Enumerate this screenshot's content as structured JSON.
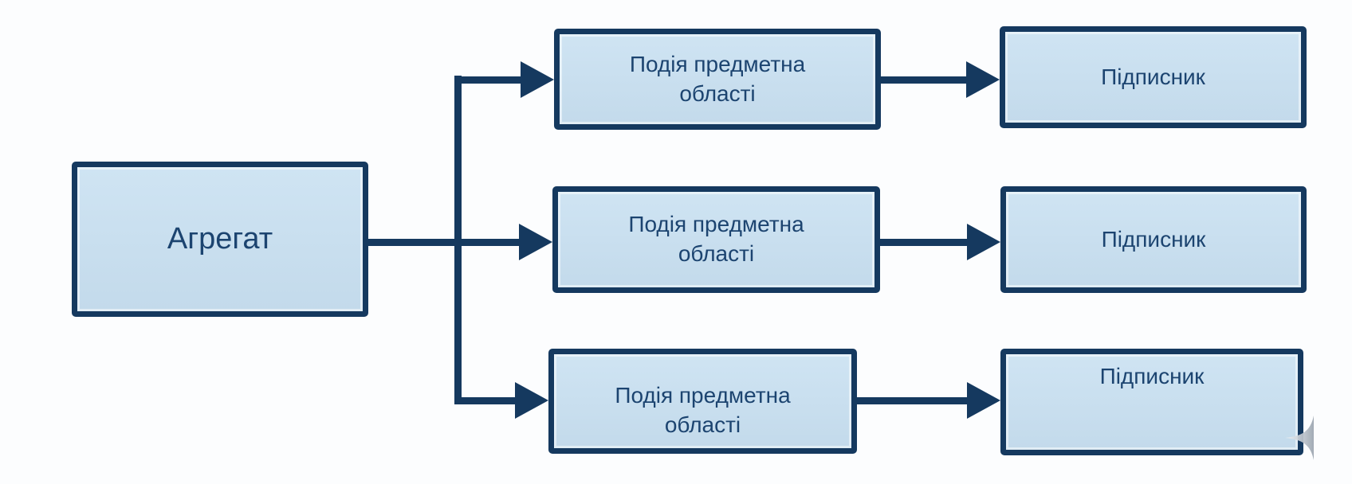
{
  "diagram": {
    "language": "uk",
    "colors": {
      "box_fill_light": "#cfe4f3",
      "box_fill_dark": "#c3daeb",
      "box_border": "#15395f",
      "line": "#15395f",
      "text": "#1c4470",
      "background": "#fcfdfe",
      "nav_arrow_gray": "#a9b2bc"
    },
    "nodes": {
      "aggregate": {
        "label": "Агрегат"
      },
      "event_top": {
        "label": "Подія предметна\nобласті"
      },
      "event_middle": {
        "label": "Подія предметна\nобласті"
      },
      "event_bottom": {
        "label": "Подія предметна\nобласті"
      },
      "subscriber_top": {
        "label": "Підписник"
      },
      "subscriber_middle": {
        "label": "Підписник"
      },
      "subscriber_bottom": {
        "label": "Підписник"
      }
    },
    "icons": {
      "nav_back": "slide-previous-arrow"
    }
  }
}
